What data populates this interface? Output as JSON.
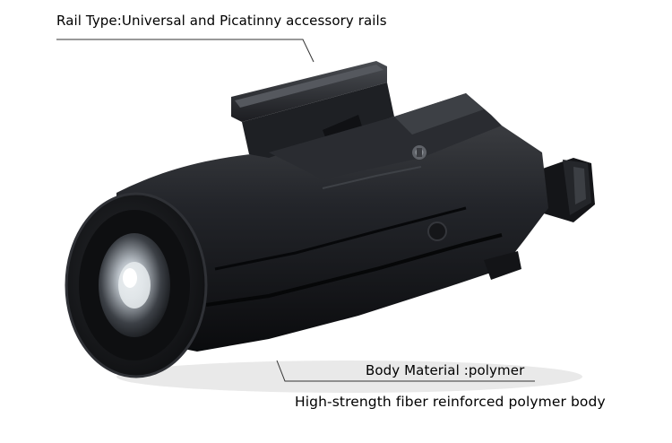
{
  "annotations": {
    "rail_type": "Rail Type:Universal and Picatinny accessory rails",
    "body_material": "Body Material :polymer",
    "body_description": "High-strength fiber reinforced polymer body"
  },
  "colors": {
    "background": "#ffffff",
    "text": "#000000",
    "leader_line": "#333333",
    "body_dark": "#1a1b1d",
    "body_mid": "#2c2e31",
    "body_highlight": "#5a5d62",
    "lens_glow": "#d8dde2"
  }
}
